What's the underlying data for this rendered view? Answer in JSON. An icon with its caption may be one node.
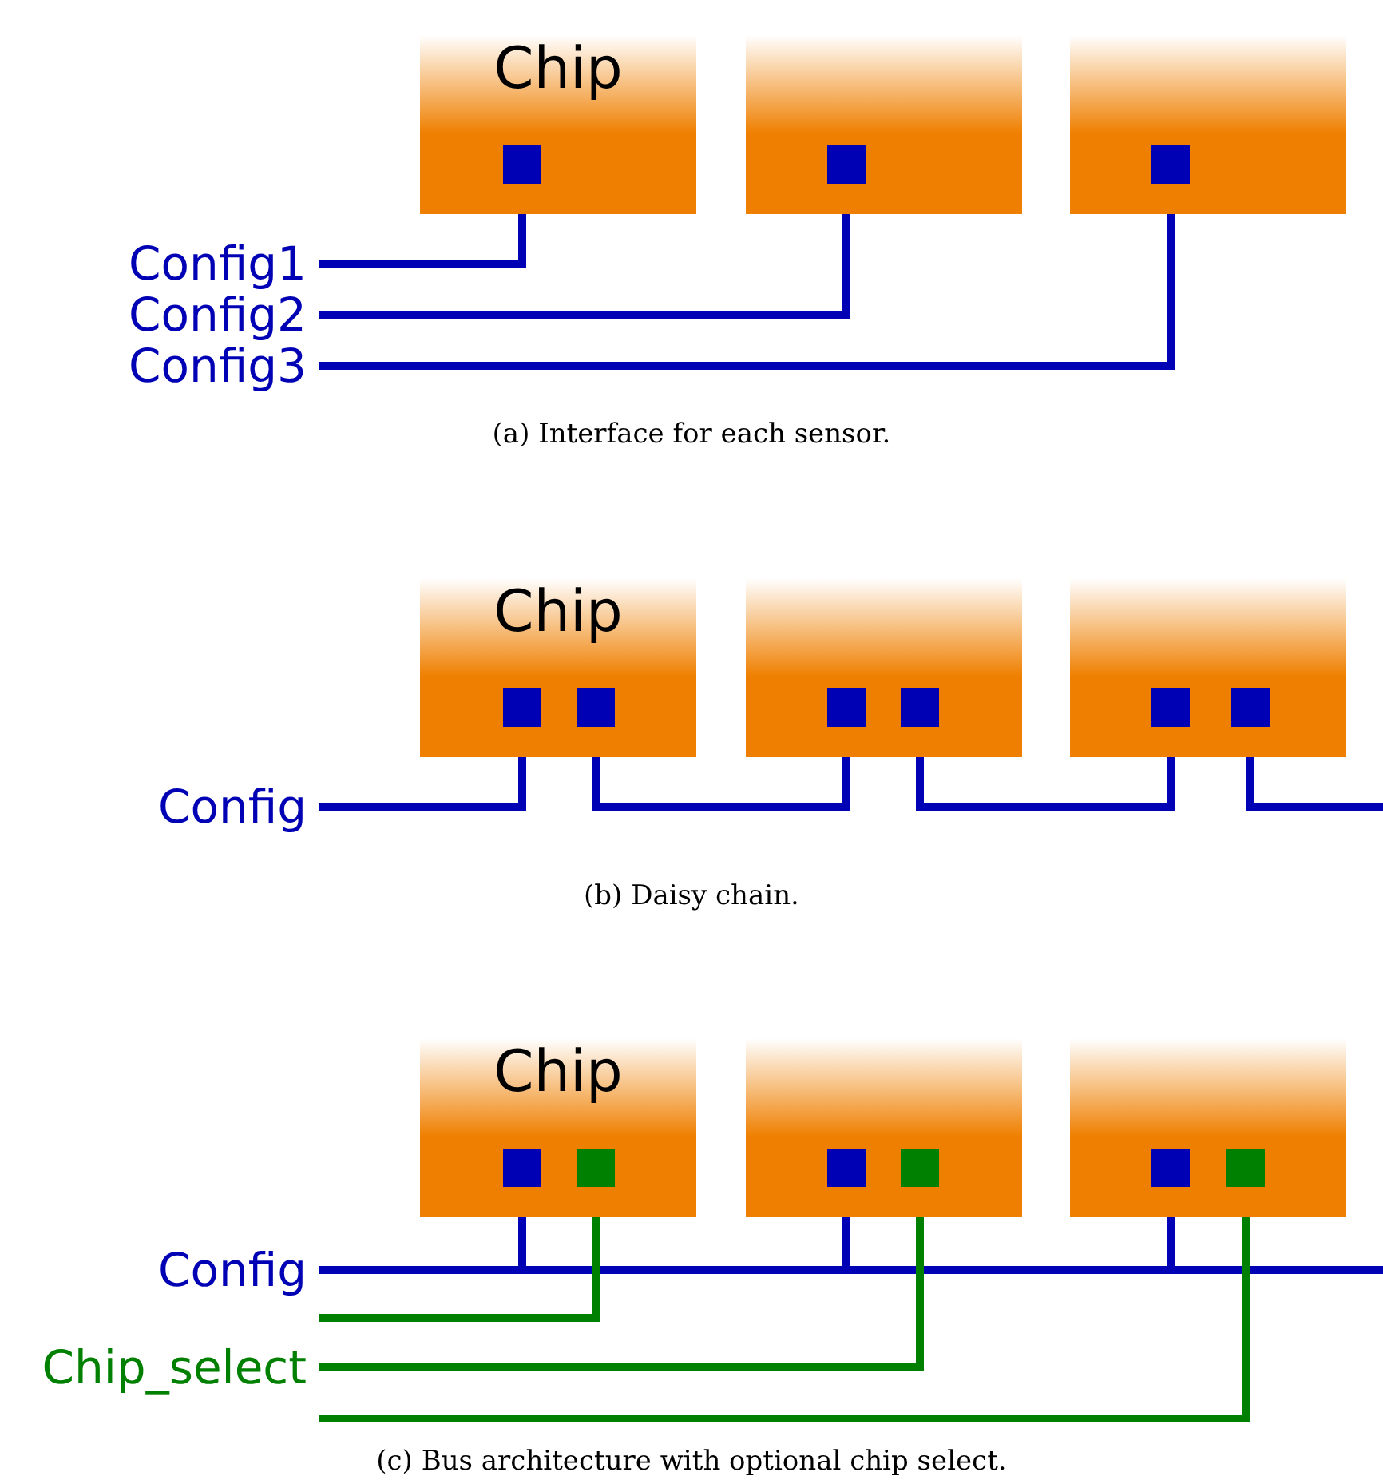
{
  "diagram": {
    "nodes": [
      {
        "text": [
          "Chip"
        ]
      },
      {
        "text": [],
        "shape": "box",
        "in": 0
      },
      {
        "text": [],
        "shape": "box"
      },
      {
        "text": [],
        "shape": "box",
        "in": 2
      },
      {
        "text": [],
        "shape": "box"
      },
      {
        "text": [],
        "shape": "box",
        "in": 4
      },
      {
        "text": [
          "Config1"
        ]
      },
      {
        "text": [
          "Config2"
        ]
      },
      {
        "text": [
          "Config3"
        ]
      },
      {
        "text": [
          "Chip"
        ]
      },
      {
        "text": [],
        "shape": "box",
        "in": 9
      },
      {
        "text": [],
        "shape": "box",
        "in": 9
      },
      {
        "text": [],
        "shape": "box"
      },
      {
        "text": [],
        "shape": "box",
        "in": 12
      },
      {
        "text": [],
        "shape": "box",
        "in": 12
      },
      {
        "text": [],
        "shape": "box"
      },
      {
        "text": [],
        "shape": "box",
        "in": 15
      },
      {
        "text": [],
        "shape": "box",
        "in": 15
      },
      {
        "text": [
          "Config"
        ]
      },
      {
        "text": [
          "Chip"
        ]
      },
      {
        "text": [],
        "shape": "box",
        "in": 19
      },
      {
        "text": [],
        "shape": "box",
        "in": 19
      },
      {
        "text": [],
        "shape": "box"
      },
      {
        "text": [],
        "shape": "box",
        "in": 22
      },
      {
        "text": [],
        "shape": "box",
        "in": 22
      },
      {
        "text": [],
        "shape": "box"
      },
      {
        "text": [],
        "shape": "box",
        "in": 25
      },
      {
        "text": [],
        "shape": "box",
        "in": 25
      },
      {
        "text": [
          "Config"
        ]
      },
      {
        "text": [
          "Chip_select"
        ]
      }
    ],
    "edges": [
      {
        "from": 6,
        "to": 1,
        "arrow": "none"
      },
      {
        "from": 7,
        "to": 3,
        "arrow": "none"
      },
      {
        "from": 8,
        "to": 5,
        "arrow": "none"
      },
      {
        "from": 18,
        "to": 10,
        "arrow": "none"
      },
      {
        "from": 11,
        "to": 13,
        "arrow": "none"
      },
      {
        "from": 14,
        "to": 16,
        "arrow": "none"
      },
      {
        "from": 17,
        "to": null,
        "arrow": "none"
      },
      {
        "from": 28,
        "to": 20,
        "arrow": "none"
      },
      {
        "from": 28,
        "to": 23,
        "arrow": "none"
      },
      {
        "from": 28,
        "to": 26,
        "arrow": "none"
      },
      {
        "from": 28,
        "to": null,
        "arrow": "none"
      },
      {
        "from": 29,
        "to": 21,
        "arrow": "none",
        "color": "#008000"
      },
      {
        "from": 29,
        "to": 24,
        "arrow": "none",
        "color": "#008000"
      },
      {
        "from": 29,
        "to": 27,
        "arrow": "none",
        "color": "#008000"
      }
    ],
    "labels": [
      "(a) Interface for each sensor.",
      "(b) Daisy chain.",
      "(c) Bus architecture with optional chip select."
    ]
  }
}
